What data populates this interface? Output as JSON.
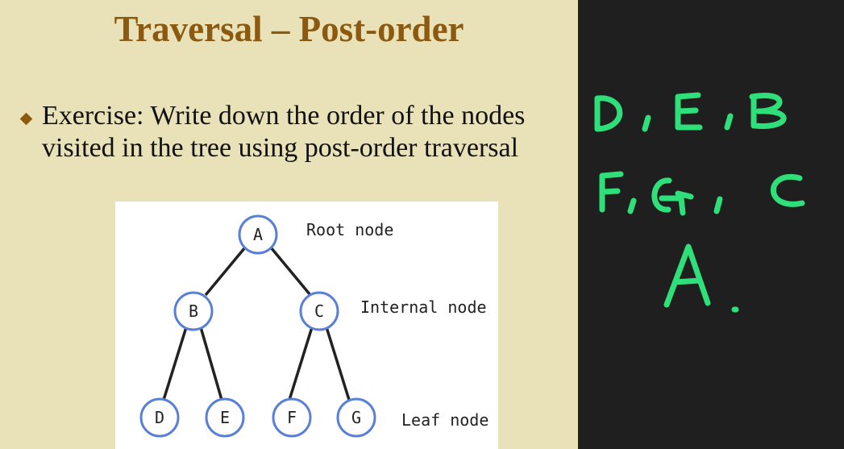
{
  "slide": {
    "title": "Traversal – Post-order",
    "bullet": "Exercise: Write down the order of the nodes visited in the tree using post-order traversal"
  },
  "tree": {
    "nodes": {
      "a": "A",
      "b": "B",
      "c": "C",
      "d": "D",
      "e": "E",
      "f": "F",
      "g": "G"
    },
    "labels": {
      "root": "Root node",
      "internal": "Internal node",
      "leaf": "Leaf node"
    }
  },
  "whiteboard": {
    "handwriting": [
      "D, E, B",
      "F, G, C",
      "A."
    ],
    "ink_color": "#2fe07a"
  },
  "colors": {
    "slide_background": "#e9e1b8",
    "title": "#8b5a10",
    "node_outline": "#5a7fd6",
    "whiteboard_background": "#1f1f1f"
  }
}
